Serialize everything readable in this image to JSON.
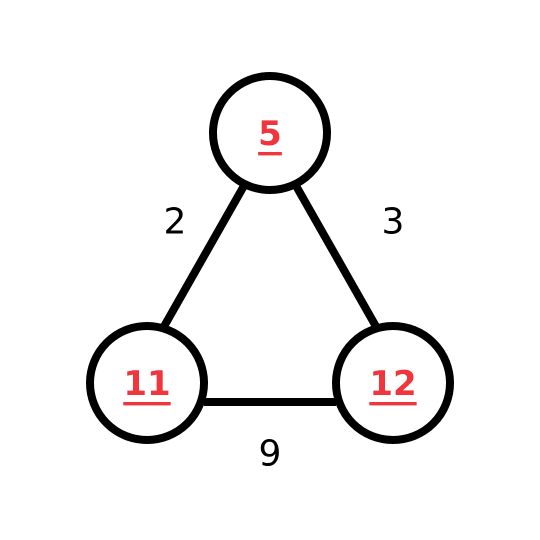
{
  "colors": {
    "node_label": "#f0353d",
    "stroke": "#000000"
  },
  "nodes": [
    {
      "id": "top",
      "label": "5"
    },
    {
      "id": "bottom-left",
      "label": "11"
    },
    {
      "id": "bottom-right",
      "label": "12"
    }
  ],
  "edges": [
    {
      "from": "top",
      "to": "bottom-left",
      "weight": "2"
    },
    {
      "from": "top",
      "to": "bottom-right",
      "weight": "3"
    },
    {
      "from": "bottom-left",
      "to": "bottom-right",
      "weight": "9"
    }
  ]
}
